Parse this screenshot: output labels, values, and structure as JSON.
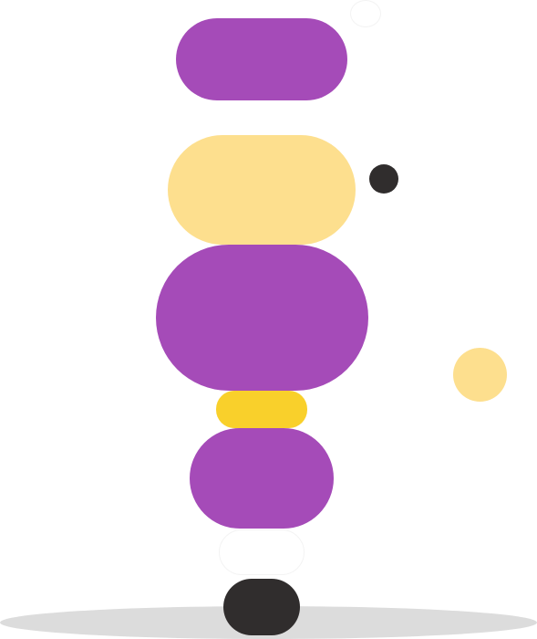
{
  "colors": {
    "background": "#ffffff",
    "purple": "#a54bb8",
    "peach": "#fddf8e",
    "gold": "#f9d02b",
    "dark": "#302d2d",
    "shadow": "#dcdcdc"
  },
  "shapes": [
    {
      "name": "purple-pill-top",
      "color": "purple"
    },
    {
      "name": "peach-pill",
      "color": "peach"
    },
    {
      "name": "purple-pill-large",
      "color": "purple"
    },
    {
      "name": "gold-pill-small",
      "color": "gold"
    },
    {
      "name": "purple-pill-lower",
      "color": "purple"
    },
    {
      "name": "dark-pill-base",
      "color": "dark"
    },
    {
      "name": "dark-dot",
      "color": "dark"
    },
    {
      "name": "peach-dot",
      "color": "peach"
    }
  ]
}
